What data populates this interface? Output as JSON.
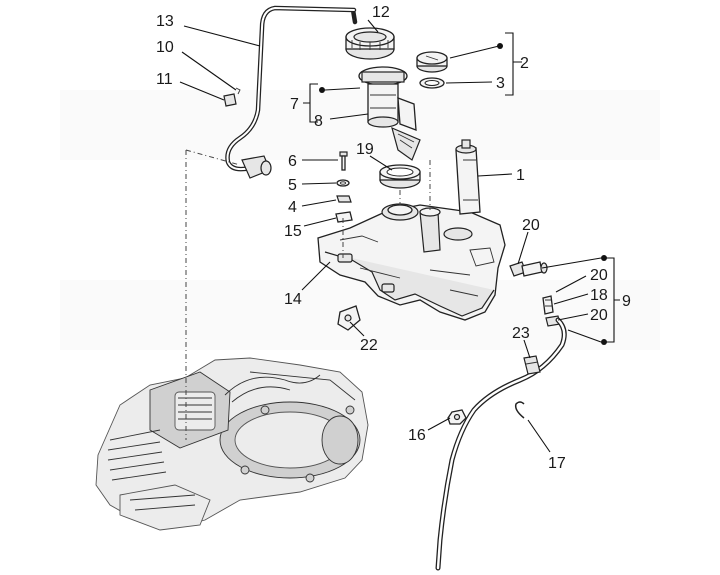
{
  "diagram": {
    "callouts": [
      {
        "id": "c1",
        "label": "1"
      },
      {
        "id": "c2",
        "label": "2"
      },
      {
        "id": "c3",
        "label": "3"
      },
      {
        "id": "c4",
        "label": "4"
      },
      {
        "id": "c5",
        "label": "5"
      },
      {
        "id": "c6",
        "label": "6"
      },
      {
        "id": "c7",
        "label": "7"
      },
      {
        "id": "c8",
        "label": "8"
      },
      {
        "id": "c9",
        "label": "9"
      },
      {
        "id": "c10",
        "label": "10"
      },
      {
        "id": "c11",
        "label": "11"
      },
      {
        "id": "c12",
        "label": "12"
      },
      {
        "id": "c13",
        "label": "13"
      },
      {
        "id": "c14",
        "label": "14"
      },
      {
        "id": "c15",
        "label": "15"
      },
      {
        "id": "c16",
        "label": "16"
      },
      {
        "id": "c17",
        "label": "17"
      },
      {
        "id": "c18",
        "label": "18"
      },
      {
        "id": "c19",
        "label": "19"
      },
      {
        "id": "c20a",
        "label": "20"
      },
      {
        "id": "c20b",
        "label": "20"
      },
      {
        "id": "c20c",
        "label": "20"
      },
      {
        "id": "c22",
        "label": "22"
      },
      {
        "id": "c23",
        "label": "23"
      }
    ]
  }
}
